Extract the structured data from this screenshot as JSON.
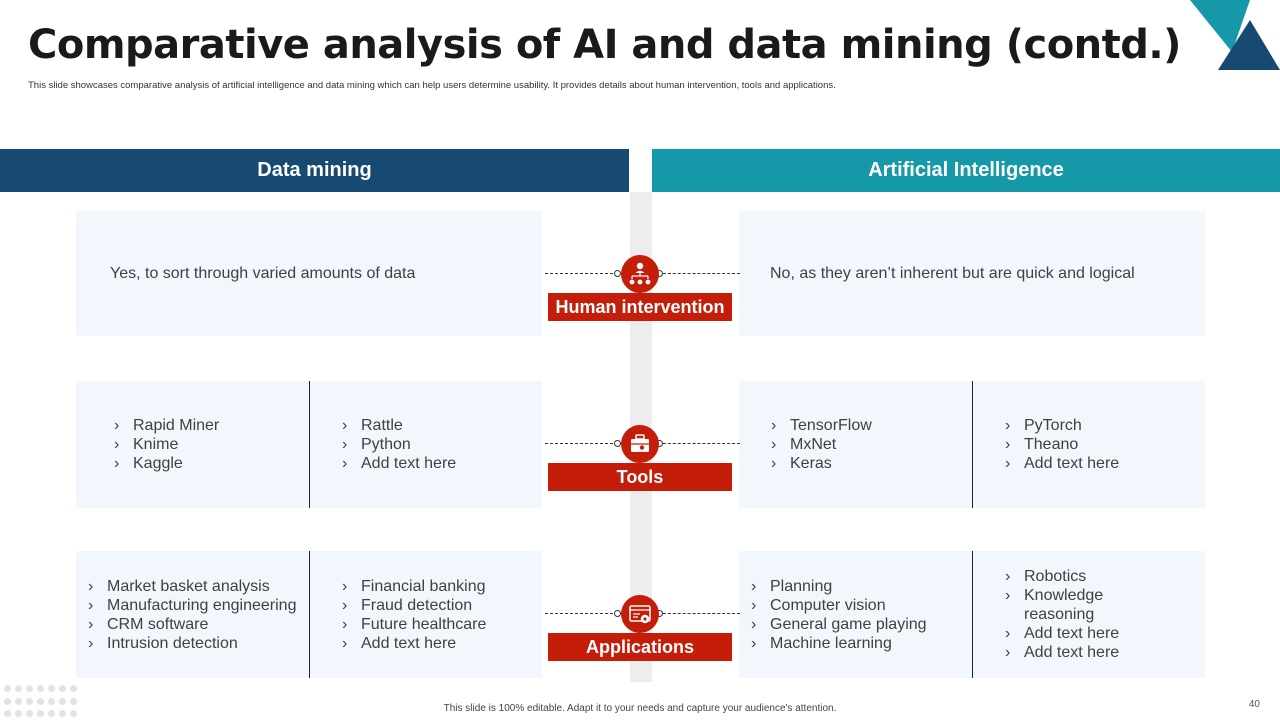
{
  "title": "Comparative analysis of AI and data mining (contd.)",
  "subtitle": "This slide showcases comparative analysis of artificial intelligence and data mining which can help users determine usability. It provides details about human intervention, tools and applications.",
  "headers": {
    "left": "Data mining",
    "right": "Artificial Intelligence"
  },
  "rows": {
    "human": {
      "label": "Human intervention",
      "icon": "team-hierarchy-icon",
      "left_text": "Yes, to sort through  varied amounts of data",
      "right_text": "No, as they aren’t inherent but are quick and logical"
    },
    "tools": {
      "label": "Tools",
      "icon": "toolbox-icon",
      "left_col1": [
        "Rapid Miner",
        "Knime",
        "Kaggle"
      ],
      "left_col2": [
        "Rattle",
        "Python",
        "Add text here"
      ],
      "right_col1": [
        "TensorFlow",
        "MxNet",
        "Keras"
      ],
      "right_col2": [
        "PyTorch",
        "Theano",
        "Add text here"
      ]
    },
    "apps": {
      "label": "Applications",
      "icon": "web-gear-icon",
      "left_col1": [
        "Market basket analysis",
        "Manufacturing engineering",
        "CRM software",
        "Intrusion  detection"
      ],
      "left_col2": [
        "Financial banking",
        "Fraud detection",
        "Future healthcare",
        "Add text here"
      ],
      "right_col1": [
        "Planning",
        "Computer vision",
        "General game playing",
        "Machine learning"
      ],
      "right_col2": [
        "Robotics",
        "Knowledge reasoning",
        "Add text here",
        "Add text here"
      ]
    }
  },
  "footer": "This slide is 100% editable.  Adapt it to your needs and capture your audience's attention.",
  "page_number": "40",
  "colors": {
    "navy": "#174a72",
    "teal": "#1599a8",
    "red": "#c41e0a",
    "box": "#f1f7fc"
  }
}
